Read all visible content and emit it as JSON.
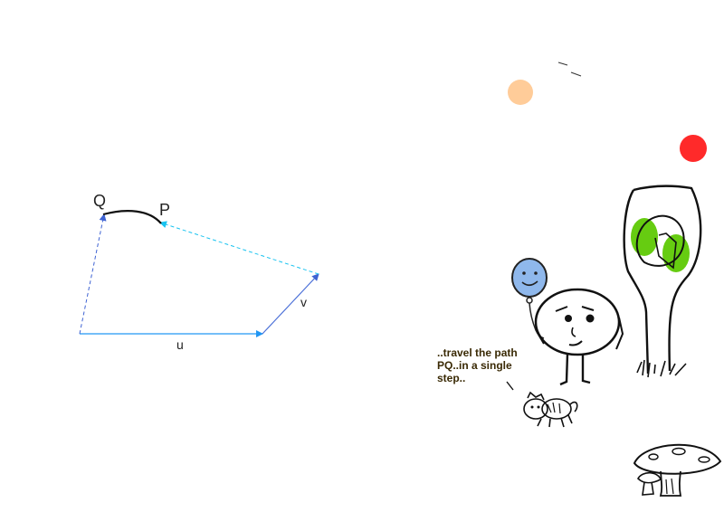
{
  "diagram": {
    "points": {
      "q": "Q",
      "p": "P"
    },
    "vectors": {
      "u": "u",
      "v": "v"
    },
    "speech": {
      "line1": "..travel the path",
      "line2": "PQ..in a single",
      "line3": "step.."
    },
    "colors": {
      "u_arrow": "#2196f3",
      "v_arrow": "#4a6fd8",
      "dashed_cyan": "#19c3f0",
      "dashed_blue": "#3f63d3",
      "path_pq": "#111111",
      "balloon": "#8fb8ec",
      "sun": "#ffcc99",
      "red_ball": "#ff2a2a",
      "tree_leaves": "#66cc11"
    }
  }
}
